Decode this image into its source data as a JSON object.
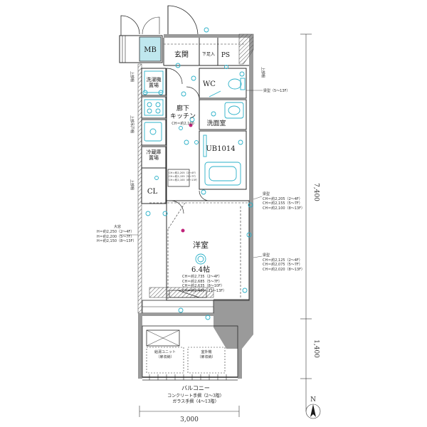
{
  "rooms": {
    "mb": "MB",
    "entrance": "玄関",
    "shoe_storage": "下足入",
    "ps": "PS",
    "wc": "WC",
    "washer": "洗濯機",
    "washer_sub": "置場",
    "hall_kitchen_1": "廊下",
    "hall_kitchen_2": "キッチン",
    "ch_kitchen": "CH＝約2,100",
    "washroom": "洗面室",
    "unit_bath": "UB1014",
    "fridge": "冷蔵庫",
    "fridge_sub": "置場",
    "cl": "CL",
    "western_room": "洋室",
    "western_size": "6.4帖",
    "balcony": "バルコニー",
    "balcony_note_1": "コンクリート手摺（2～3階）",
    "balcony_note_2": "ガラス手摺（4～13階）",
    "outdoor_unit_1": "給湯ユニット",
    "outdoor_unit_1_sub": "（扉収納）",
    "outdoor_unit_2": "室外機",
    "outdoor_unit_2_sub": "（扉収納）"
  },
  "notes": {
    "upper_shelf_left_1": "上部棚",
    "upper_shelf_left_2": "上部吊戸棚",
    "upper_shelf_left_3": "上部棚",
    "upper_shelf_right": "上部棚",
    "beam_right_top": "梁型（5～13F）",
    "window_height": "H＝約2,250（2～4F）\nH＝約2,200（5～7F）\nH＝約2,150（8～13F）",
    "window_height_title": "大窓",
    "beam_mid_right": "梁型\nCH＝約2,205（2～4F）\nCH＝約2,155（5～7F）\nCH＝約2,100（8～13F）",
    "beam_low_right": "梁型\nCH＝約2,125（2～4F）\nCH＝約2,075（5～7F）\nCH＝約2,020（8～13F）",
    "room_ch": "CH＝約2,735（2～4F）\nCH＝約2,685（5～7F）\nCH＝約2,635（8～10F）\nCH＝約2,400（11～13F）",
    "cl_ch": "CH＝約2,205（2～4F）\nCH＝約2,155（5～7F）\nCH＝約2,100（8～13F）"
  },
  "dimensions": {
    "height_main": "7,400",
    "height_balcony": "1,400",
    "width": "3,000"
  },
  "compass": {
    "north": "N"
  },
  "colors": {
    "line": "#2a2a2a",
    "fixture": "#2ab0c8",
    "accent": "#c0237a",
    "wall": "#9a9a9a",
    "mb_fill": "#bfe7ee"
  }
}
